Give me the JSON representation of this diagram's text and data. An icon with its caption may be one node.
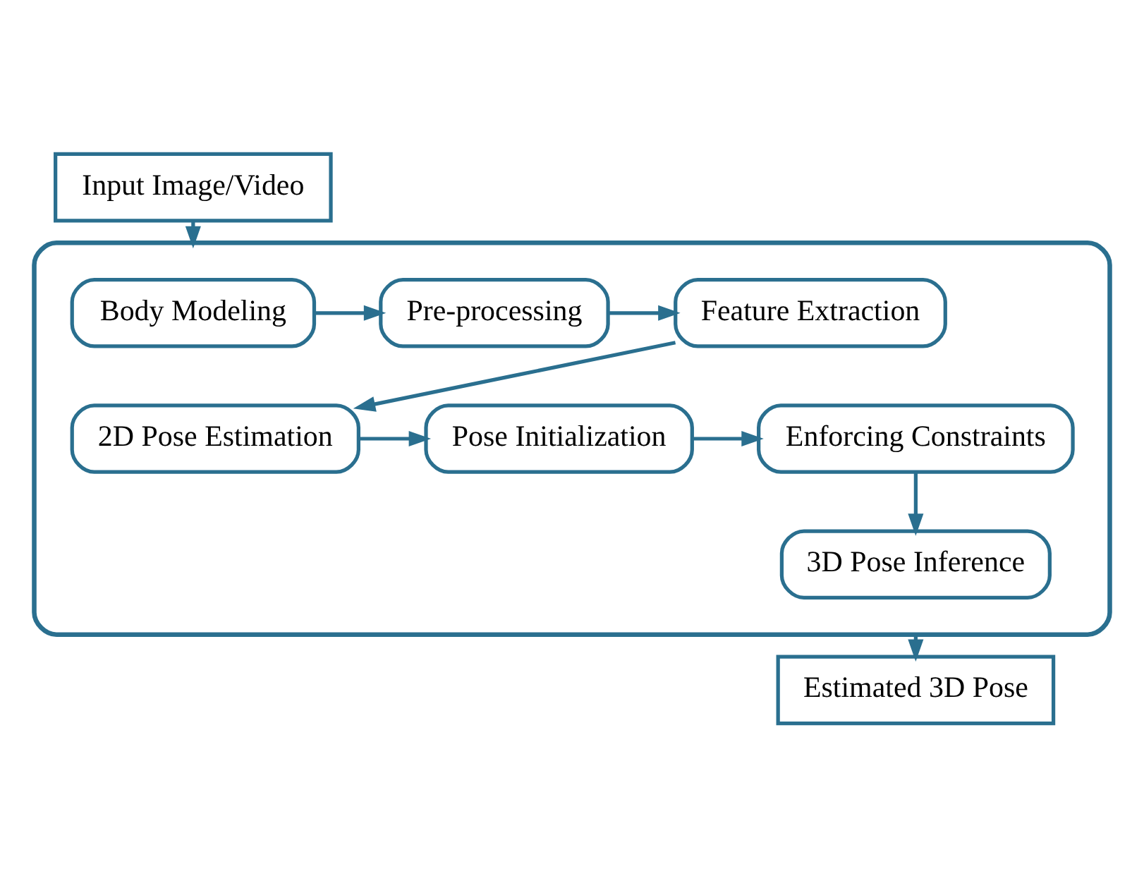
{
  "diagram": {
    "nodes": [
      {
        "text": [
          "Input Image/Video"
        ]
      },
      {
        "text": [],
        "shape": "box"
      },
      {
        "text": [
          "Body Modeling"
        ],
        "in": 1
      },
      {
        "text": [
          "Pre-processing"
        ],
        "in": 1
      },
      {
        "text": [
          "Feature Extraction"
        ],
        "in": 1
      },
      {
        "text": [
          "2D Pose Estimation"
        ],
        "in": 1
      },
      {
        "text": [
          "Pose Initialization"
        ],
        "in": 1
      },
      {
        "text": [
          "Enforcing Constraints"
        ],
        "in": 1
      },
      {
        "text": [
          "3D Pose Inference"
        ],
        "in": 1
      },
      {
        "text": [
          "Estimated 3D Pose"
        ]
      }
    ],
    "edges": [
      {
        "from": 0,
        "to": 1,
        "arrow": "to"
      },
      {
        "from": 2,
        "to": 3,
        "arrow": "to"
      },
      {
        "from": 3,
        "to": 4,
        "arrow": "to"
      },
      {
        "from": 4,
        "to": 5,
        "arrow": "to"
      },
      {
        "from": 5,
        "to": 6,
        "arrow": "to"
      },
      {
        "from": 6,
        "to": 7,
        "arrow": "to"
      },
      {
        "from": 7,
        "to": 8,
        "arrow": "to"
      },
      {
        "from": 1,
        "to": 9,
        "arrow": "to"
      }
    ]
  }
}
